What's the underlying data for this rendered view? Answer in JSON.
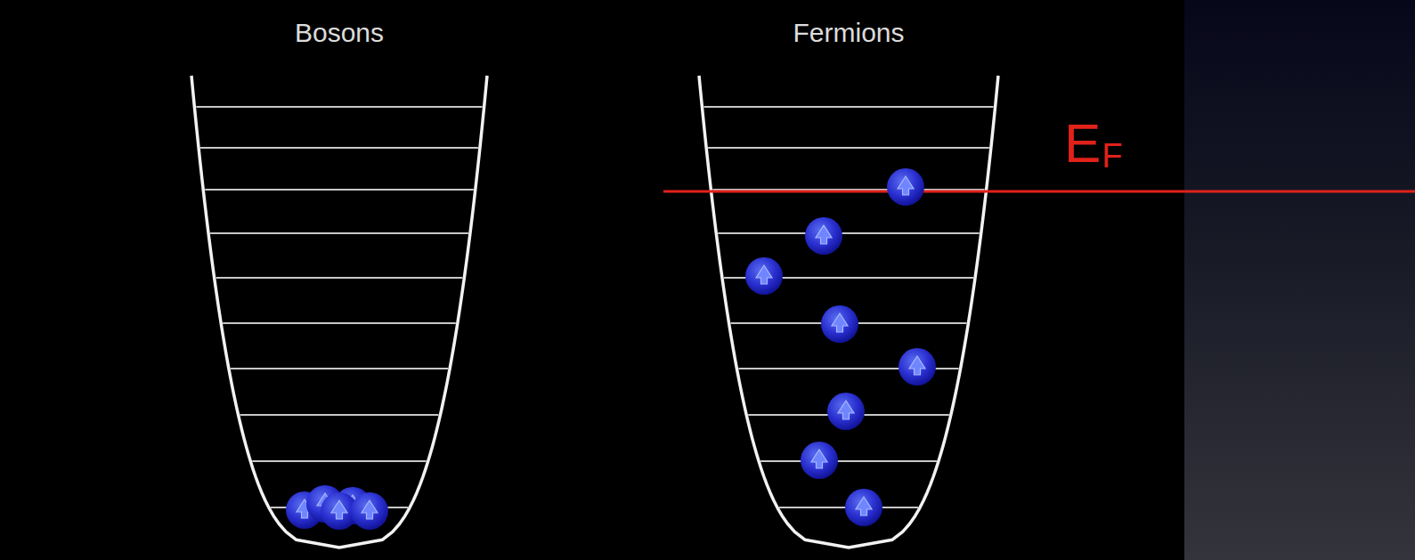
{
  "diagram": {
    "labels": [
      "Bosons",
      "Fermions",
      "E",
      "F"
    ]
  }
}
